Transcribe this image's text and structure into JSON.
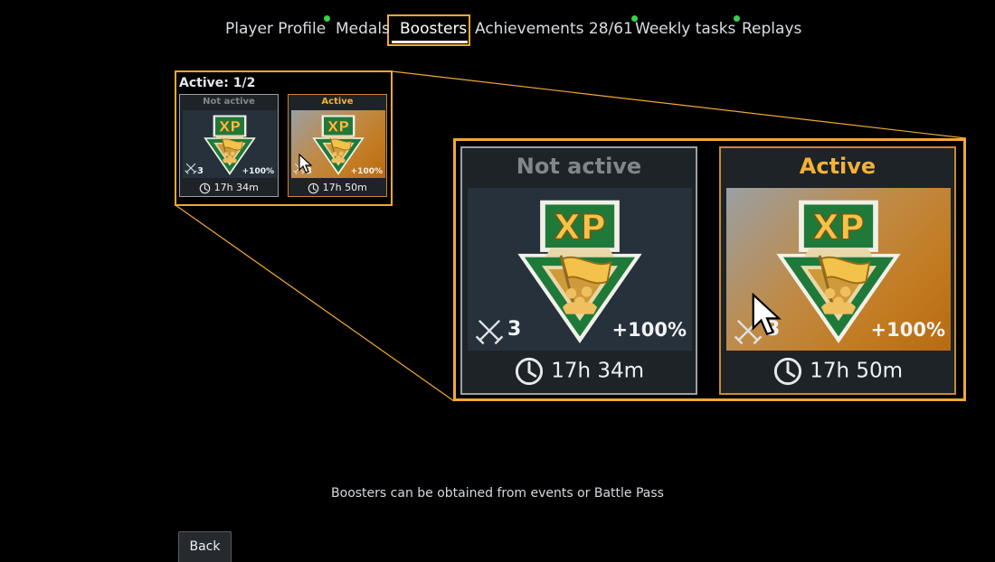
{
  "tabs": [
    {
      "label": "Player Profile",
      "notify": true
    },
    {
      "label": "Medals",
      "notify": false
    },
    {
      "label": "Boosters",
      "notify": false,
      "selected": true
    },
    {
      "label": "Achievements 28/61",
      "notify": true
    },
    {
      "label": "Weekly tasks",
      "notify": true
    },
    {
      "label": "Replays",
      "notify": false
    }
  ],
  "boosters": {
    "active_count": "Active: 1/2",
    "cards": [
      {
        "status": "Not active",
        "uses": "3",
        "bonus": "+100%",
        "time": "17h 34m",
        "icon": "xp-booster-icon",
        "active": false
      },
      {
        "status": "Active",
        "uses": "3",
        "bonus": "+100%",
        "time": "17h 50m",
        "icon": "xp-booster-icon",
        "active": true
      }
    ]
  },
  "hint": "Boosters can be obtained from events or Battle Pass",
  "back_label": "Back",
  "colors": {
    "accent": "#f0a933",
    "notify": "#35d24a",
    "active_title": "#f3b236"
  }
}
